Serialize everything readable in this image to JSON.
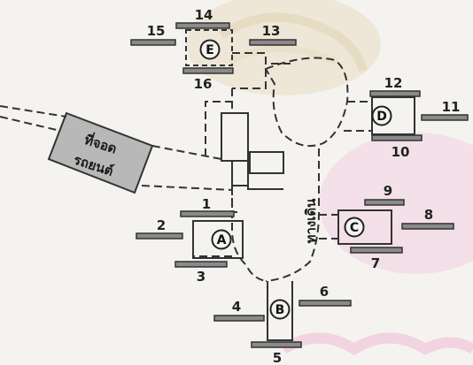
{
  "map": {
    "parking_label_line1": "ที่จอด",
    "parking_label_line2": "รถยนต์",
    "walkway_label": "ทางเดิน",
    "zones": [
      {
        "letter": "A",
        "numbers": [
          "1",
          "2",
          "3"
        ]
      },
      {
        "letter": "B",
        "numbers": [
          "4",
          "5",
          "6"
        ]
      },
      {
        "letter": "C",
        "numbers": [
          "7",
          "8",
          "9"
        ]
      },
      {
        "letter": "D",
        "numbers": [
          "10",
          "11",
          "12"
        ]
      },
      {
        "letter": "E",
        "numbers": [
          "13",
          "14",
          "15",
          "16"
        ]
      }
    ]
  },
  "colors": {
    "background": "#f4f3ef",
    "line": "#333333",
    "plot_fill": "#8a8a8a",
    "parking_fill": "#b5b5b5",
    "watermark_gold": "#e9dcc0",
    "watermark_pink": "#f1cfe2"
  }
}
